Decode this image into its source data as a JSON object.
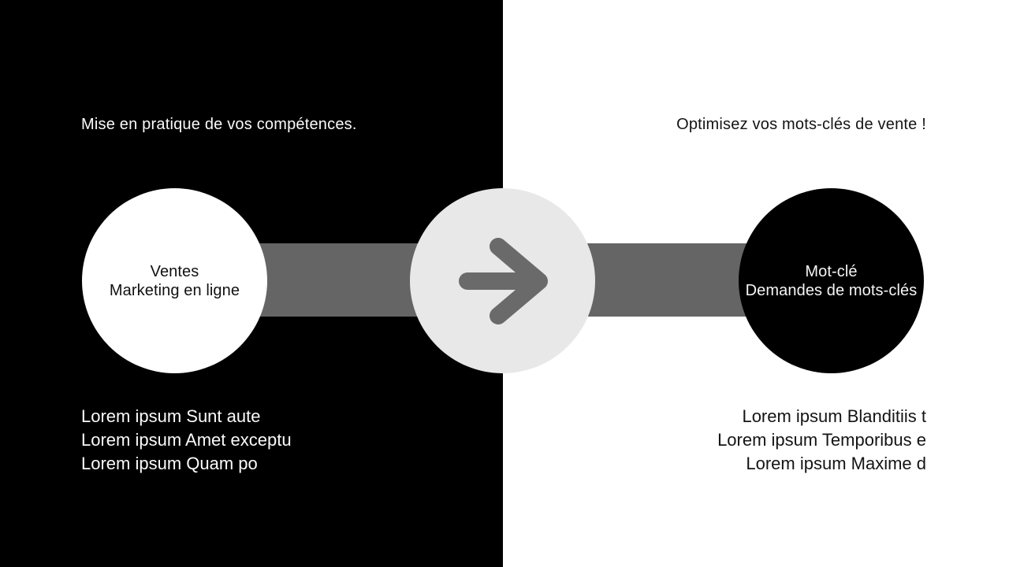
{
  "slide": {
    "left": {
      "heading": "Mise en pratique de vos compétences.",
      "circle": {
        "lines": [
          "Ventes",
          "Marketing en ligne"
        ]
      },
      "list": [
        "Lorem ipsum Sunt aute",
        "Lorem ipsum Amet exceptu",
        "Lorem ipsum Quam po"
      ]
    },
    "right": {
      "heading": "Optimisez vos mots-clés de vente !",
      "circle": {
        "lines": [
          "Mot-clé",
          "Demandes de mots-clés"
        ]
      },
      "list": [
        "Lorem ipsum Blanditiis t",
        "Lorem ipsum Temporibus e",
        "Lorem ipsum Maxime d"
      ]
    },
    "center_icon": "arrow-right",
    "colors": {
      "left_background": "#000000",
      "right_background": "#ffffff",
      "connector_bar": "#656565",
      "center_circle": "#e8e8e8",
      "arrow": "#6a6a6a",
      "left_circle": "#ffffff",
      "right_circle": "#000000"
    }
  }
}
